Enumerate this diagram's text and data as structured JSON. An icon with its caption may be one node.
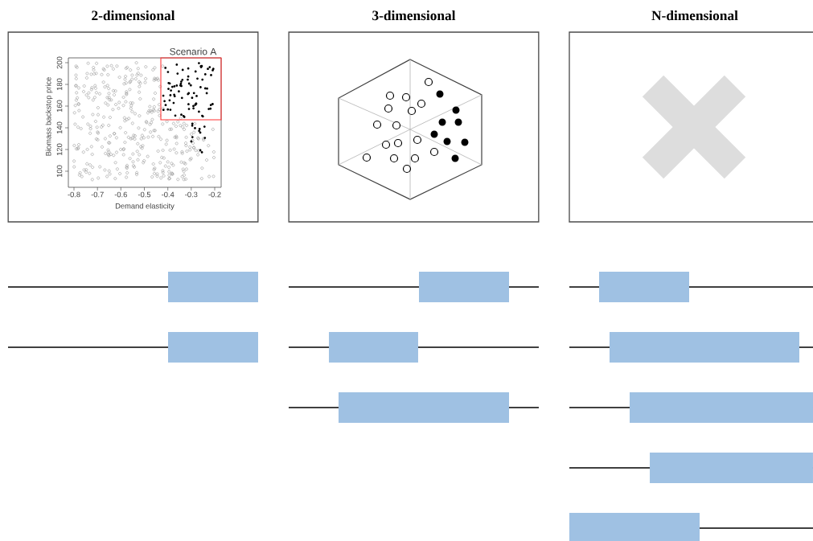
{
  "diagram": {
    "nodes": [
      {
        "text": [
          "2-dimensional"
        ]
      },
      {
        "text": [
          "3-dimensional"
        ]
      },
      {
        "text": [
          "N-dimensional"
        ]
      },
      {
        "text": [],
        "shape": "bar"
      },
      {
        "text": [],
        "shape": "bar"
      },
      {
        "text": [],
        "shape": "bar"
      },
      {
        "text": [],
        "shape": "bar"
      },
      {
        "text": [],
        "shape": "bar"
      },
      {
        "text": [],
        "shape": "bar"
      },
      {
        "text": [],
        "shape": "bar"
      },
      {
        "text": [],
        "shape": "bar"
      },
      {
        "text": [],
        "shape": "bar"
      },
      {
        "text": [],
        "shape": "bar"
      }
    ],
    "edges": [],
    "labels": [
      "Scenario A",
      "100",
      "120",
      "140",
      "160",
      "180",
      "200",
      "-0.8",
      "-0.7",
      "-0.6",
      "-0.5",
      "-0.4",
      "-0.3",
      "-0.2",
      "Biomass backstop price",
      "Demand elasticity"
    ]
  }
}
